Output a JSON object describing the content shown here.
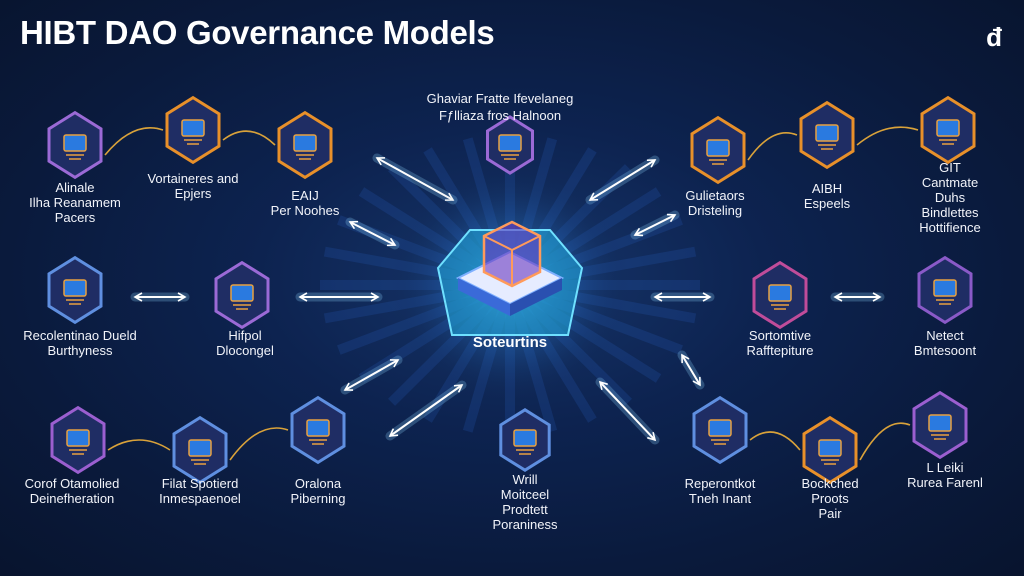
{
  "title": "HIBT DAO Governance Models",
  "logo_text": "d",
  "header_caption": [
    "Ghaviar Fratte Ifevelaneg",
    "Fƒlliaza fros Halnoon"
  ],
  "center": {
    "label": "Soteurtins",
    "icon": "cube-platform-icon"
  },
  "nodes": [
    {
      "lines": [
        "Alinale",
        "Ilha Reanamem",
        "Pacers"
      ],
      "color": "#9b6ad6",
      "icon": "server-icon"
    },
    {
      "lines": [
        "Vortaineres and",
        "Epjers"
      ],
      "color": "#e8902a",
      "icon": "box-icon"
    },
    {
      "lines": [
        "EAIJ",
        "Per Noohes"
      ],
      "color": "#e8902a",
      "icon": "monitor-icon"
    },
    {
      "lines": [],
      "color": "#9b6ad6",
      "icon": "network-icon"
    },
    {
      "lines": [
        "Gulietaors",
        "Dristeling"
      ],
      "color": "#e8902a",
      "icon": "document-icon"
    },
    {
      "lines": [
        "AIBH",
        "Espeels"
      ],
      "color": "#e8902a",
      "icon": "screen-icon"
    },
    {
      "lines": [
        "GIT",
        "Cantmate",
        "Duhs",
        "Bindlettes",
        "Hottifience"
      ],
      "color": "#e8902a",
      "icon": "user-icon"
    },
    {
      "lines": [
        "Recolentinao Dueld",
        "Burthyness"
      ],
      "color": "#5f8fe0",
      "icon": "shield-icon"
    },
    {
      "lines": [
        "Hifpol",
        "Dlocongel"
      ],
      "color": "#9b6ad6",
      "icon": "chain-icon"
    },
    {
      "lines": [
        "Sortomtive",
        "Rafftepiture"
      ],
      "color": "#c04c9a",
      "icon": "building-icon"
    },
    {
      "lines": [
        "Netect",
        "Bmtesoont"
      ],
      "color": "#8a5ac8",
      "icon": "lock-icon"
    },
    {
      "lines": [
        "Corof Otamolied",
        "Deinefheration"
      ],
      "color": "#9b5fd0",
      "icon": "handshake-icon"
    },
    {
      "lines": [
        "Filat Spotierd",
        "Inmespaenoel"
      ],
      "color": "#5f8fe0",
      "icon": "circuit-icon"
    },
    {
      "lines": [
        "Oralona",
        "Piberning"
      ],
      "color": "#5f8fe0",
      "icon": "chart-icon"
    },
    {
      "lines": [
        "Wrill",
        "Moitceel",
        "Prodtett",
        "Poraniness"
      ],
      "color": "#5f8fe0",
      "icon": "person-icon"
    },
    {
      "lines": [
        "Reperontkot",
        "Tneh Inant"
      ],
      "color": "#5f8fe0",
      "icon": "bowl-icon"
    },
    {
      "lines": [
        "Bockched",
        "Proots",
        "Pair"
      ],
      "color": "#e8902a",
      "icon": "blockchain-icon"
    },
    {
      "lines": [
        "L Leiki",
        "Rurea Farenl"
      ],
      "color": "#9b5fd0",
      "icon": "globe-icon"
    }
  ]
}
